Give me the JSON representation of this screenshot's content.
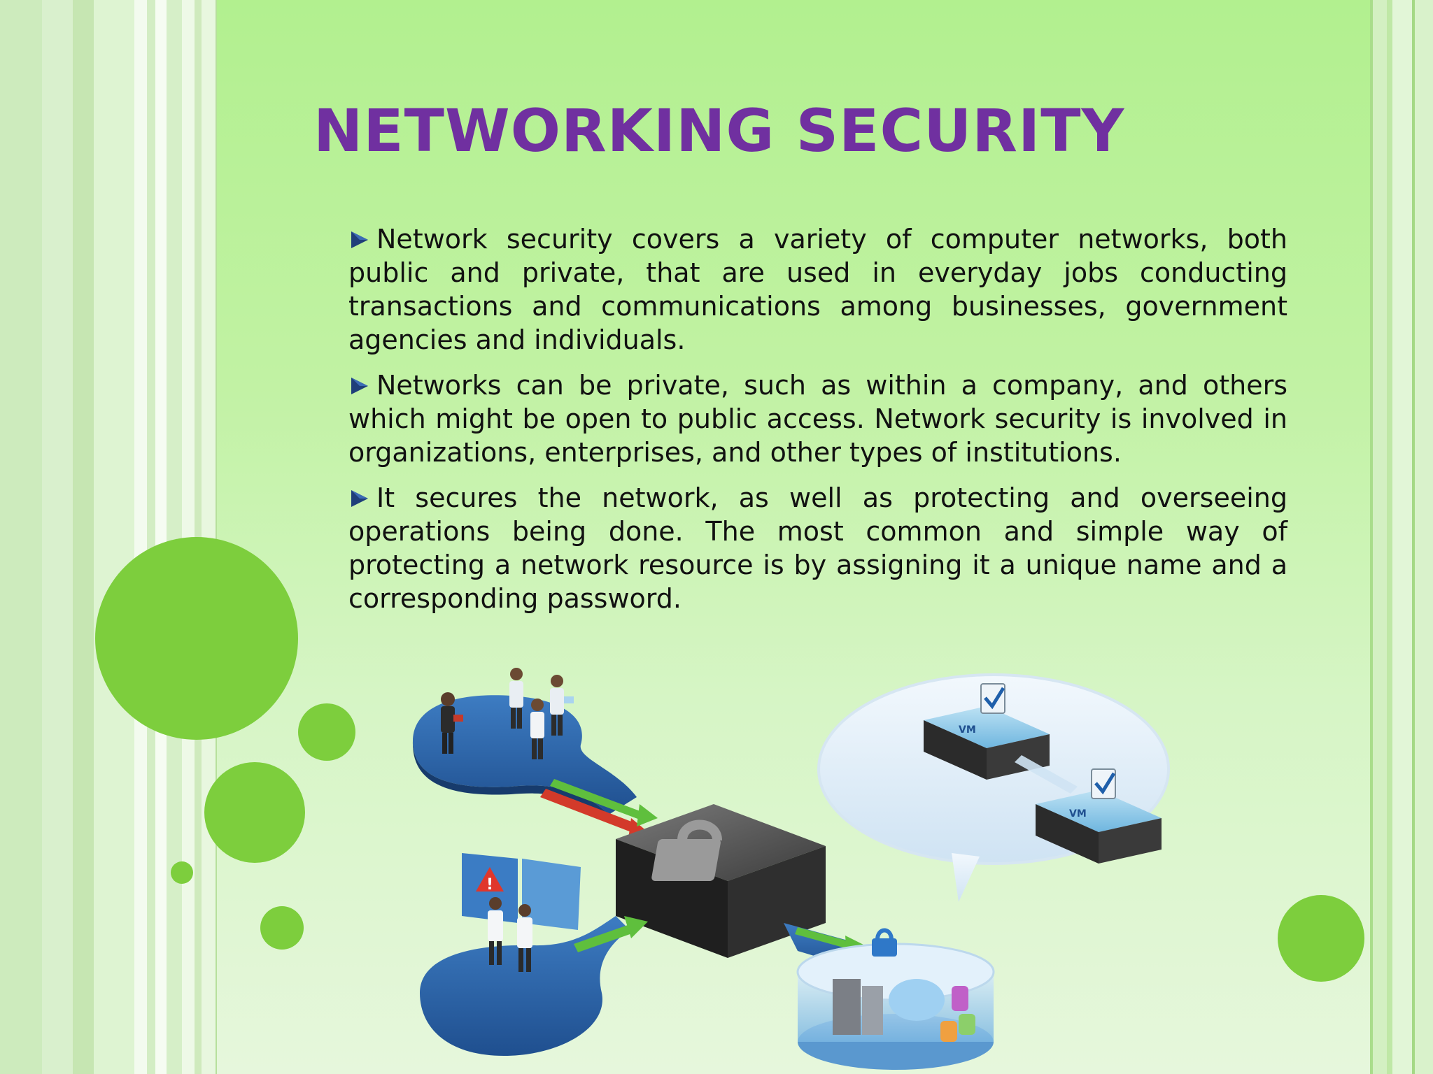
{
  "slide": {
    "title": "NETWORKING SECURITY",
    "bullets": [
      "Network security covers a variety of computer networks, both public and private, that are used in everyday jobs conducting transactions and communications among businesses, government agencies and individuals.",
      "Networks can be private, such as within a company, and others which might be open to public access. Network security is involved in organizations, enterprises, and other types of institutions.",
      "It secures the network, as well as protecting and overseeing operations being done. The most common and simple way of protecting a network resource is by assigning it a unique name and a corresponding password."
    ],
    "bullet_icon": "triangle-right-icon",
    "illustration": {
      "labels": {
        "vm_top": "VM",
        "vm_bottom": "VM"
      }
    }
  },
  "colors": {
    "title": "#7030a0",
    "text": "#111111",
    "accent_green": "#7dce3d",
    "bullet": "#1f3f7a",
    "background_top": "#b2f08f",
    "background_bottom": "#e6f7dc"
  }
}
